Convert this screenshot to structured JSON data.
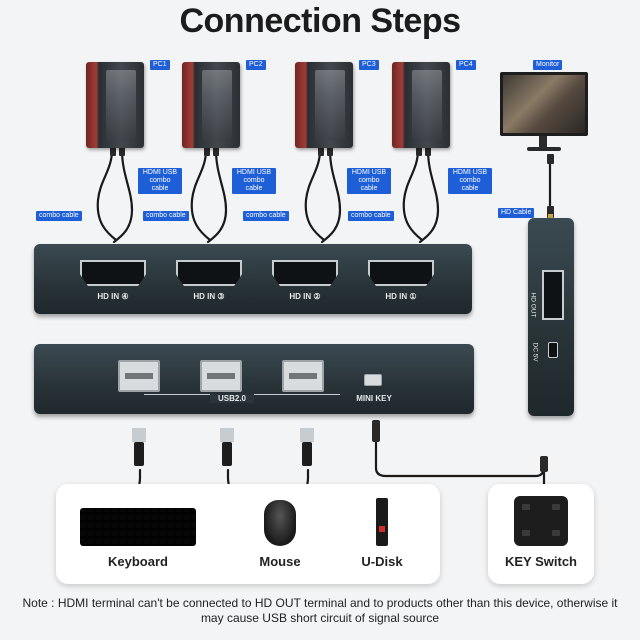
{
  "title": "Connection Steps",
  "pcs": [
    {
      "label": "PC1",
      "cable": "HDMI USB combo cable",
      "combo": "combo cable"
    },
    {
      "label": "PC2",
      "cable": "HDMI USB combo cable",
      "combo": "combo cable"
    },
    {
      "label": "PC3",
      "cable": "HDMI USB combo cable",
      "combo": "combo cable"
    },
    {
      "label": "PC4",
      "cable": "HDMI USB combo cable",
      "combo": ""
    }
  ],
  "monitor": {
    "label": "Monitor",
    "cable": "HD Cable"
  },
  "hdmi_inputs": [
    "HD IN ④",
    "HD IN ③",
    "HD IN ②",
    "HD IN ①"
  ],
  "usb_label": "USB2.0",
  "mini_key_label": "MINI KEY",
  "side_device": {
    "hd_out": "HD OUT",
    "dc": "DC 5V"
  },
  "peripherals": [
    "Keyboard",
    "Mouse",
    "U-Disk",
    "KEY Switch"
  ],
  "note": "Note : HDMI terminal can't be connected to HD OUT terminal and to products other than this device, otherwise it may cause USB short circuit of signal source",
  "colors": {
    "tag_blue": "#1e5fd8",
    "device_body": "#2c383e",
    "background": "#f3f4f5"
  }
}
